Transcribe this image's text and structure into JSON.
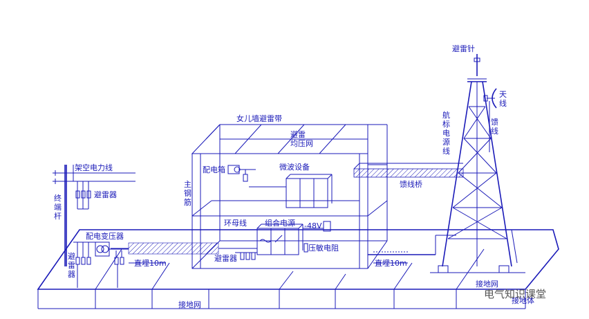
{
  "labels": {
    "lightning_rod": "避雷针",
    "antenna": "天线",
    "feeder": "馈线",
    "beacon_power_line": "航标电源线",
    "parapet_belt": "女儿墙避雷带",
    "grading_net": "避雷\n均压网",
    "dist_box": "配电箱",
    "microwave": "微波设备",
    "feeder_bridge": "馈线桥",
    "main_rebar": "主钢筋",
    "ring_bus": "环母线",
    "combined_power": "组合电源",
    "minus48v": "-48V",
    "varistor": "压敏电阻",
    "arrester_inside": "避雷器",
    "buried_left": "直埋10m",
    "buried_right": "直埋10m",
    "overhead_line": "架空电力线",
    "arrester_pole": "避雷器",
    "terminal_pole": "终端杆",
    "transformer": "配电变压器",
    "arrester_left": "避雷器",
    "ground_net_bottom": "接地网",
    "ground_net_right": "接地网",
    "ground_body": "接地体"
  },
  "watermark": "电气知识课堂",
  "colors": {
    "line": "#1a1ab8",
    "watermark": "#555555"
  }
}
